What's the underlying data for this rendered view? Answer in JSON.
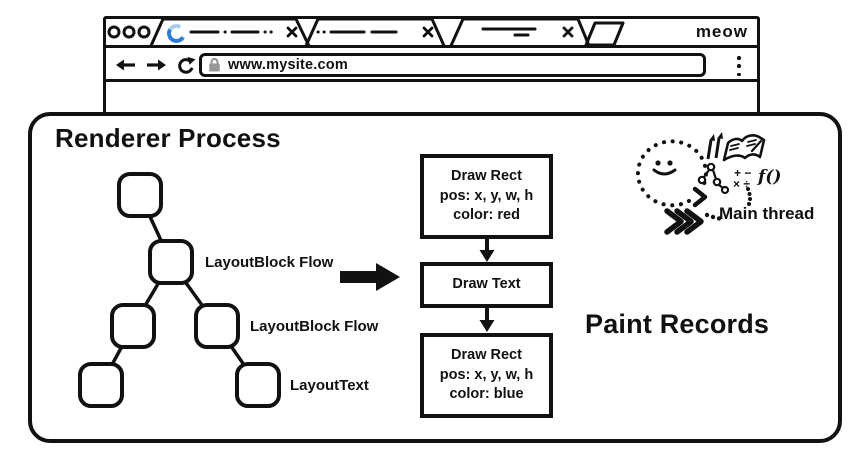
{
  "browser": {
    "url": "www.mysite.com",
    "brand": "meow"
  },
  "renderer": {
    "title": "Renderer Process",
    "tree_labels": [
      "LayoutBlock Flow",
      "LayoutBlock Flow",
      "LayoutText"
    ],
    "paint_heading": "Paint Records",
    "paint_boxes": [
      [
        "Draw Rect",
        "pos: x, y, w, h",
        "color: red"
      ],
      [
        "Draw Text"
      ],
      [
        "Draw Rect",
        "pos: x, y, w, h",
        "color: blue"
      ]
    ],
    "main_thread_label": "Main thread",
    "doodle": {
      "fn": "f()",
      "plus_minus": "+ −",
      "times_divide": "× ÷"
    }
  },
  "colors": {
    "ink": "#111111",
    "spinner_dark": "#2e7dd2",
    "spinner_light": "#a9cdf0",
    "lock": "#999999"
  }
}
